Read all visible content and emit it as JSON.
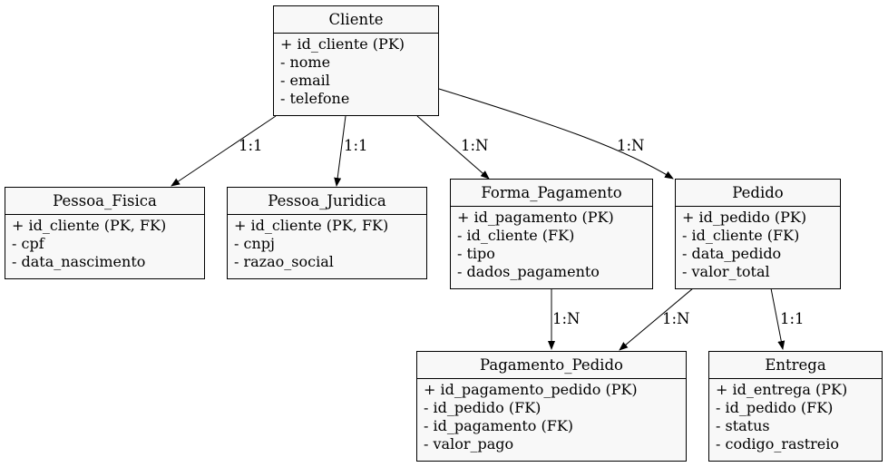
{
  "entities": {
    "cliente": {
      "title": "Cliente",
      "attrs": [
        "+ id_cliente (PK)",
        "- nome",
        "- email",
        "- telefone"
      ]
    },
    "pessoa_fisica": {
      "title": "Pessoa_Fisica",
      "attrs": [
        "+ id_cliente (PK, FK)",
        "- cpf",
        "- data_nascimento"
      ]
    },
    "pessoa_juridica": {
      "title": "Pessoa_Juridica",
      "attrs": [
        "+ id_cliente (PK, FK)",
        "- cnpj",
        "- razao_social"
      ]
    },
    "forma_pagamento": {
      "title": "Forma_Pagamento",
      "attrs": [
        "+ id_pagamento (PK)",
        "- id_cliente (FK)",
        "- tipo",
        "- dados_pagamento"
      ]
    },
    "pedido": {
      "title": "Pedido",
      "attrs": [
        "+ id_pedido (PK)",
        "- id_cliente (FK)",
        "- data_pedido",
        "- valor_total"
      ]
    },
    "pagamento_pedido": {
      "title": "Pagamento_Pedido",
      "attrs": [
        "+ id_pagamento_pedido (PK)",
        "- id_pedido (FK)",
        "- id_pagamento (FK)",
        "- valor_pago"
      ]
    },
    "entrega": {
      "title": "Entrega",
      "attrs": [
        "+ id_entrega (PK)",
        "- id_pedido (FK)",
        "- status",
        "- codigo_rastreio"
      ]
    }
  },
  "relationships": [
    {
      "from": "Cliente",
      "to": "Pessoa_Fisica",
      "label": "1:1"
    },
    {
      "from": "Cliente",
      "to": "Pessoa_Juridica",
      "label": "1:1"
    },
    {
      "from": "Cliente",
      "to": "Forma_Pagamento",
      "label": "1:N"
    },
    {
      "from": "Cliente",
      "to": "Pedido",
      "label": "1:N"
    },
    {
      "from": "Forma_Pagamento",
      "to": "Pagamento_Pedido",
      "label": "1:N"
    },
    {
      "from": "Pedido",
      "to": "Pagamento_Pedido",
      "label": "1:N"
    },
    {
      "from": "Pedido",
      "to": "Entrega",
      "label": "1:1"
    }
  ]
}
